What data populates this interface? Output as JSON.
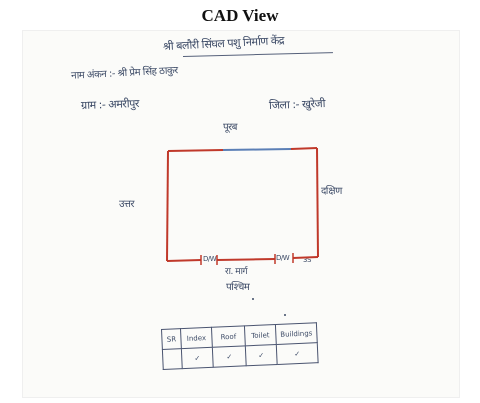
{
  "window": {
    "title": "CAD View"
  },
  "document": {
    "heading": "श्री बलौरी सिंघल पशु निर्माण केंद्र",
    "owner_line": "नाम अंकन :- श्री प्रेम सिंह ठाकुर",
    "village_label": "ग्राम :- अमरीपुर",
    "district_label": "जिला :- खुरेजी",
    "direction_north": "पूरब",
    "direction_west": "उत्तर",
    "direction_east": "दक्षिण",
    "direction_south": "पश्चिम",
    "road_label": "रा. मार्ग",
    "door_left": "D/W",
    "door_right": "D/W",
    "corner_mark": "3S"
  },
  "table": {
    "headers": [
      "SR",
      "Index",
      "Roof",
      "Toilet",
      "Buildings"
    ],
    "marks": [
      "",
      "✓",
      "✓",
      "✓",
      "✓"
    ]
  },
  "colors": {
    "plan_red": "#c0392b",
    "plan_blue": "#5b7fb6",
    "ink": "#3c4a66"
  }
}
